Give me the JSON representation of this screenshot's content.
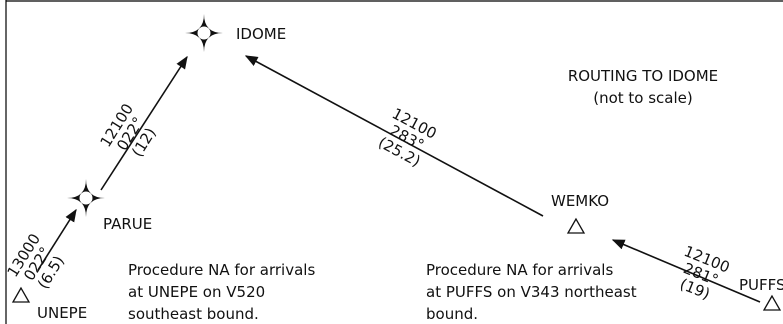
{
  "title": {
    "line1": "ROUTING TO IDOME",
    "line2": "(not to scale)"
  },
  "fixes": {
    "idome": "IDOME",
    "parue": "PARUE",
    "wemko": "WEMKO",
    "unepe": "UNEPE",
    "puffs": "PUFFS"
  },
  "legs": {
    "unepe_parue": {
      "altitude": "13000",
      "course": "022°",
      "distance": "(6.5)"
    },
    "parue_idome": {
      "altitude": "12100",
      "course": "022°",
      "distance": "(12)"
    },
    "wemko_idome": {
      "altitude": "12100",
      "course": "283°",
      "distance": "(25.2)"
    },
    "puffs_wemko": {
      "altitude": "12100",
      "course": "281°",
      "distance": "(19)"
    }
  },
  "notes": {
    "unepe": [
      "Procedure NA for arrivals",
      "at UNEPE on V520",
      "southeast bound."
    ],
    "puffs": [
      "Procedure NA for arrivals",
      "at PUFFS on V343 northeast",
      "bound."
    ]
  },
  "icons": {
    "compulsory_fix": "four-point-star-fix-icon",
    "intersection": "triangle-fix-icon"
  }
}
